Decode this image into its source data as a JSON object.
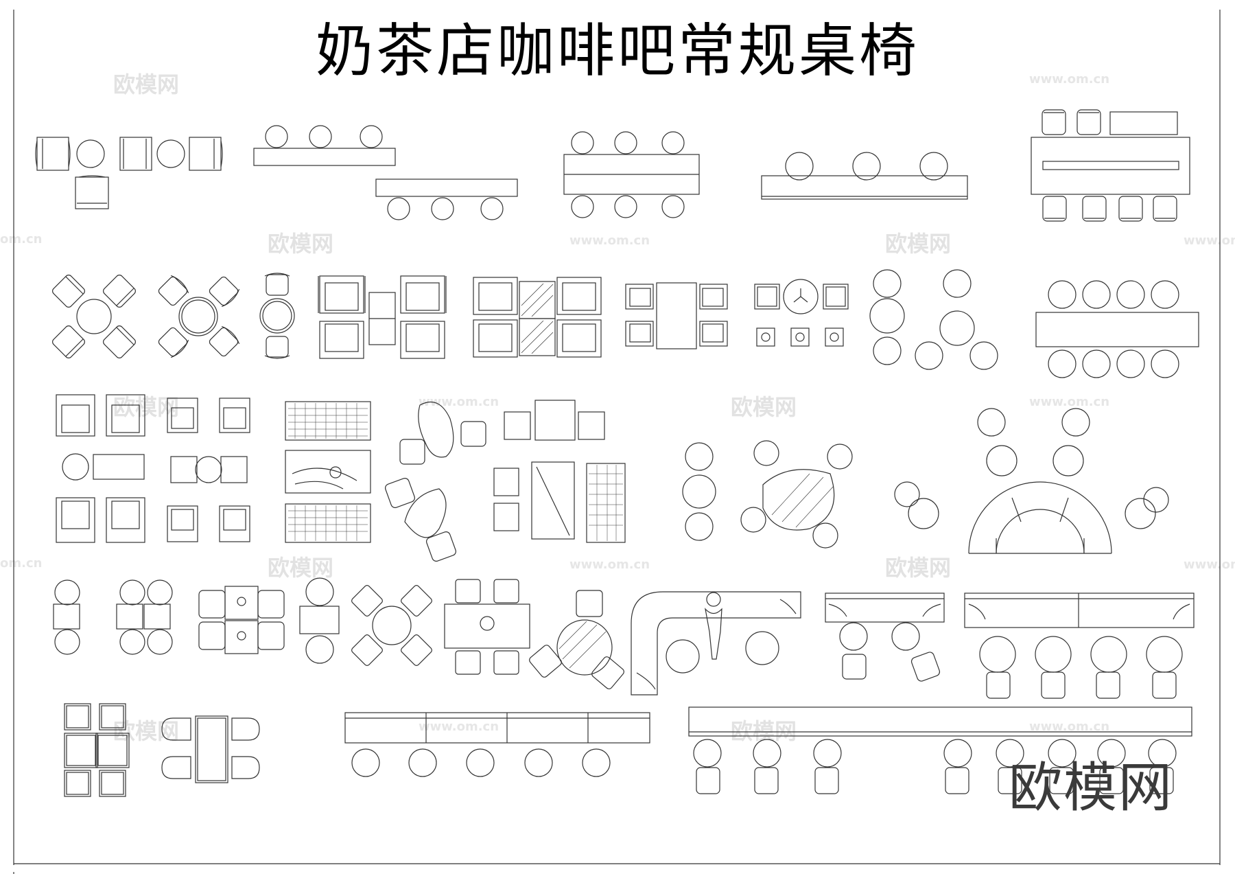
{
  "title": "奶茶店咖啡吧常规桌椅",
  "watermark": {
    "brand_text": "欧模网",
    "url_text": "www.om.cn",
    "url_text_cut": "om.cn"
  },
  "colors": {
    "line": "#333333",
    "background": "#ffffff",
    "watermark": "#e2e2e2"
  }
}
